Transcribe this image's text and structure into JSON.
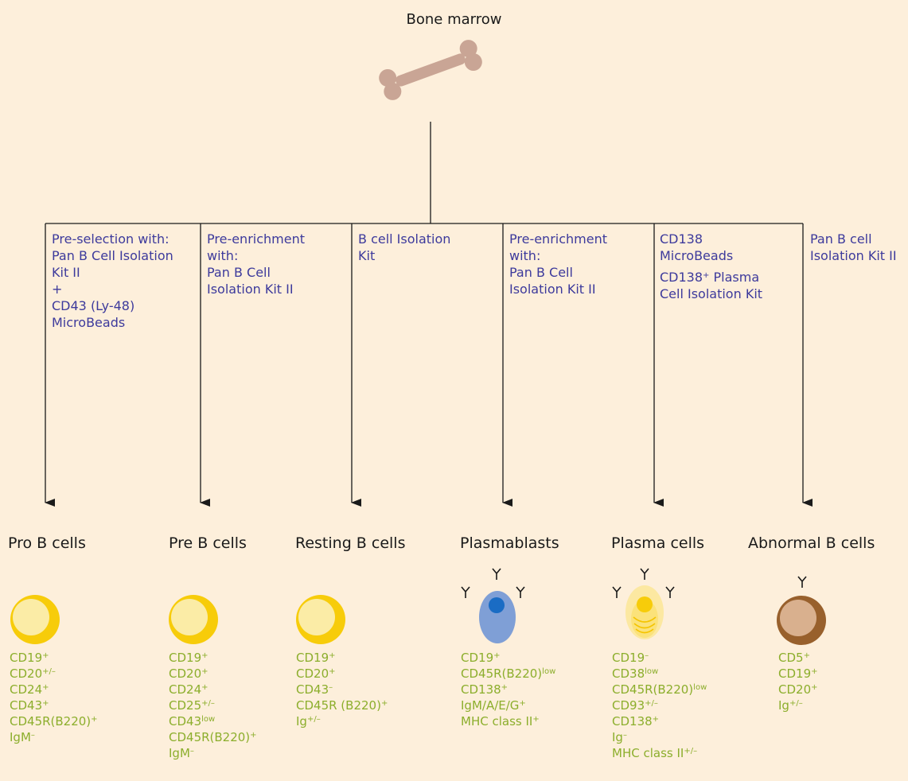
{
  "title": "Bone marrow",
  "colors": {
    "background": "#fdefdb",
    "method_text": "#3d3a9c",
    "marker_text": "#8cae2c",
    "bone": "#c9a595",
    "resting_outer": "#f7cc0a",
    "resting_inner": "#fbeca6",
    "plasmablast": "#7f9fd6",
    "plasmablast_nucleus": "#1a6cc4",
    "plasma_cell": "#fbe27a",
    "abnormal_outer": "#98602c",
    "abnormal_inner": "#d9b08e"
  },
  "columns": [
    {
      "cell": "Pro B cells",
      "method": [
        "Pre-selection with:",
        "Pan B Cell Isolation",
        "Kit II",
        "+",
        "CD43 (Ly-48)",
        "MicroBeads"
      ],
      "markers": [
        {
          "base": "CD19",
          "sup": "+"
        },
        {
          "base": "CD20",
          "sup": "+/–"
        },
        {
          "base": "CD24",
          "sup": "+"
        },
        {
          "base": "CD43",
          "sup": "+"
        },
        {
          "base": "CD45R(B220)",
          "sup": "+"
        },
        {
          "base": "IgM",
          "sup": "–"
        }
      ]
    },
    {
      "cell": "Pre B cells",
      "method": [
        "Pre-enrichment",
        "with:",
        "Pan B Cell",
        "Isolation Kit II"
      ],
      "markers": [
        {
          "base": "CD19",
          "sup": "+"
        },
        {
          "base": "CD20",
          "sup": "+"
        },
        {
          "base": "CD24",
          "sup": "+"
        },
        {
          "base": "CD25",
          "sup": "+/–"
        },
        {
          "base": "CD43",
          "sup": "low"
        },
        {
          "base": "CD45R(B220)",
          "sup": "+"
        },
        {
          "base": "IgM",
          "sup": "–"
        }
      ]
    },
    {
      "cell": "Resting B cells",
      "method": [
        "B cell Isolation",
        "Kit"
      ],
      "markers": [
        {
          "base": "CD19",
          "sup": "+"
        },
        {
          "base": "CD20",
          "sup": "+"
        },
        {
          "base": "CD43",
          "sup": "–"
        },
        {
          "base": "CD45R (B220)",
          "sup": "+"
        },
        {
          "base": "Ig",
          "sup": "+/–"
        }
      ]
    },
    {
      "cell": "Plasmablasts",
      "method": [
        "Pre-enrichment",
        "with:",
        "Pan B Cell",
        "Isolation Kit II"
      ],
      "markers": [
        {
          "base": "CD19",
          "sup": "+"
        },
        {
          "base": "CD45R(B220)",
          "sup": "low"
        },
        {
          "base": "CD138",
          "sup": "+"
        },
        {
          "base": "IgM/A/E/G",
          "sup": "+"
        },
        {
          "base": "MHC class II",
          "sup": "+"
        }
      ]
    },
    {
      "cell": "Plasma cells",
      "method": [
        "CD138",
        "MicroBeads"
      ],
      "method2": [
        {
          "base": "CD138",
          "sup": "+",
          "rest": " Plasma"
        },
        {
          "base": "Cell Isolation Kit",
          "sup": "",
          "rest": ""
        }
      ],
      "markers": [
        {
          "base": "CD19",
          "sup": "–"
        },
        {
          "base": "CD38",
          "sup": "low"
        },
        {
          "base": "CD45R(B220)",
          "sup": "low"
        },
        {
          "base": "CD93",
          "sup": "+/–"
        },
        {
          "base": "CD138",
          "sup": "+"
        },
        {
          "base": "Ig",
          "sup": "–"
        },
        {
          "base": "MHC class II",
          "sup": "+/–"
        }
      ]
    },
    {
      "cell": "Abnormal B cells",
      "method": [
        "Pan B cell",
        "Isolation Kit II"
      ],
      "markers": [
        {
          "base": "CD5",
          "sup": "+"
        },
        {
          "base": "CD19",
          "sup": "+"
        },
        {
          "base": "CD20",
          "sup": "+"
        },
        {
          "base": "Ig",
          "sup": "+/–"
        }
      ]
    }
  ]
}
